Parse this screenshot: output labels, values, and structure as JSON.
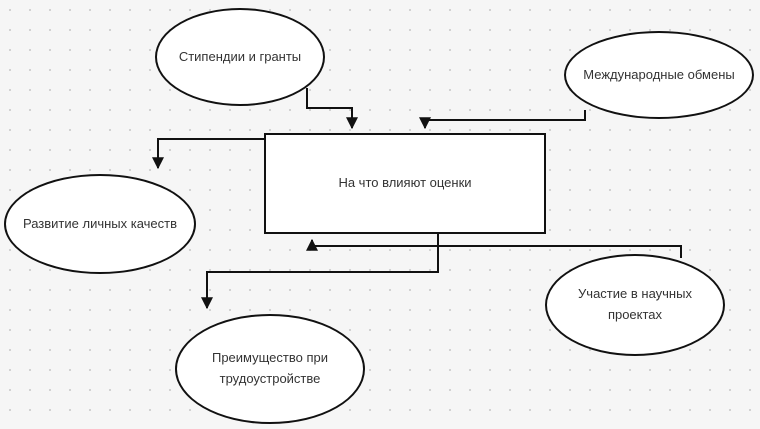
{
  "nodes": {
    "center": "На что влияют оценки",
    "grants": "Стипендии и гранты",
    "exchanges": "Международные обмены",
    "personal": "Развитие личных качеств",
    "employment": "Преимущество при трудоустройстве",
    "research": "Участие в научных проектах"
  }
}
